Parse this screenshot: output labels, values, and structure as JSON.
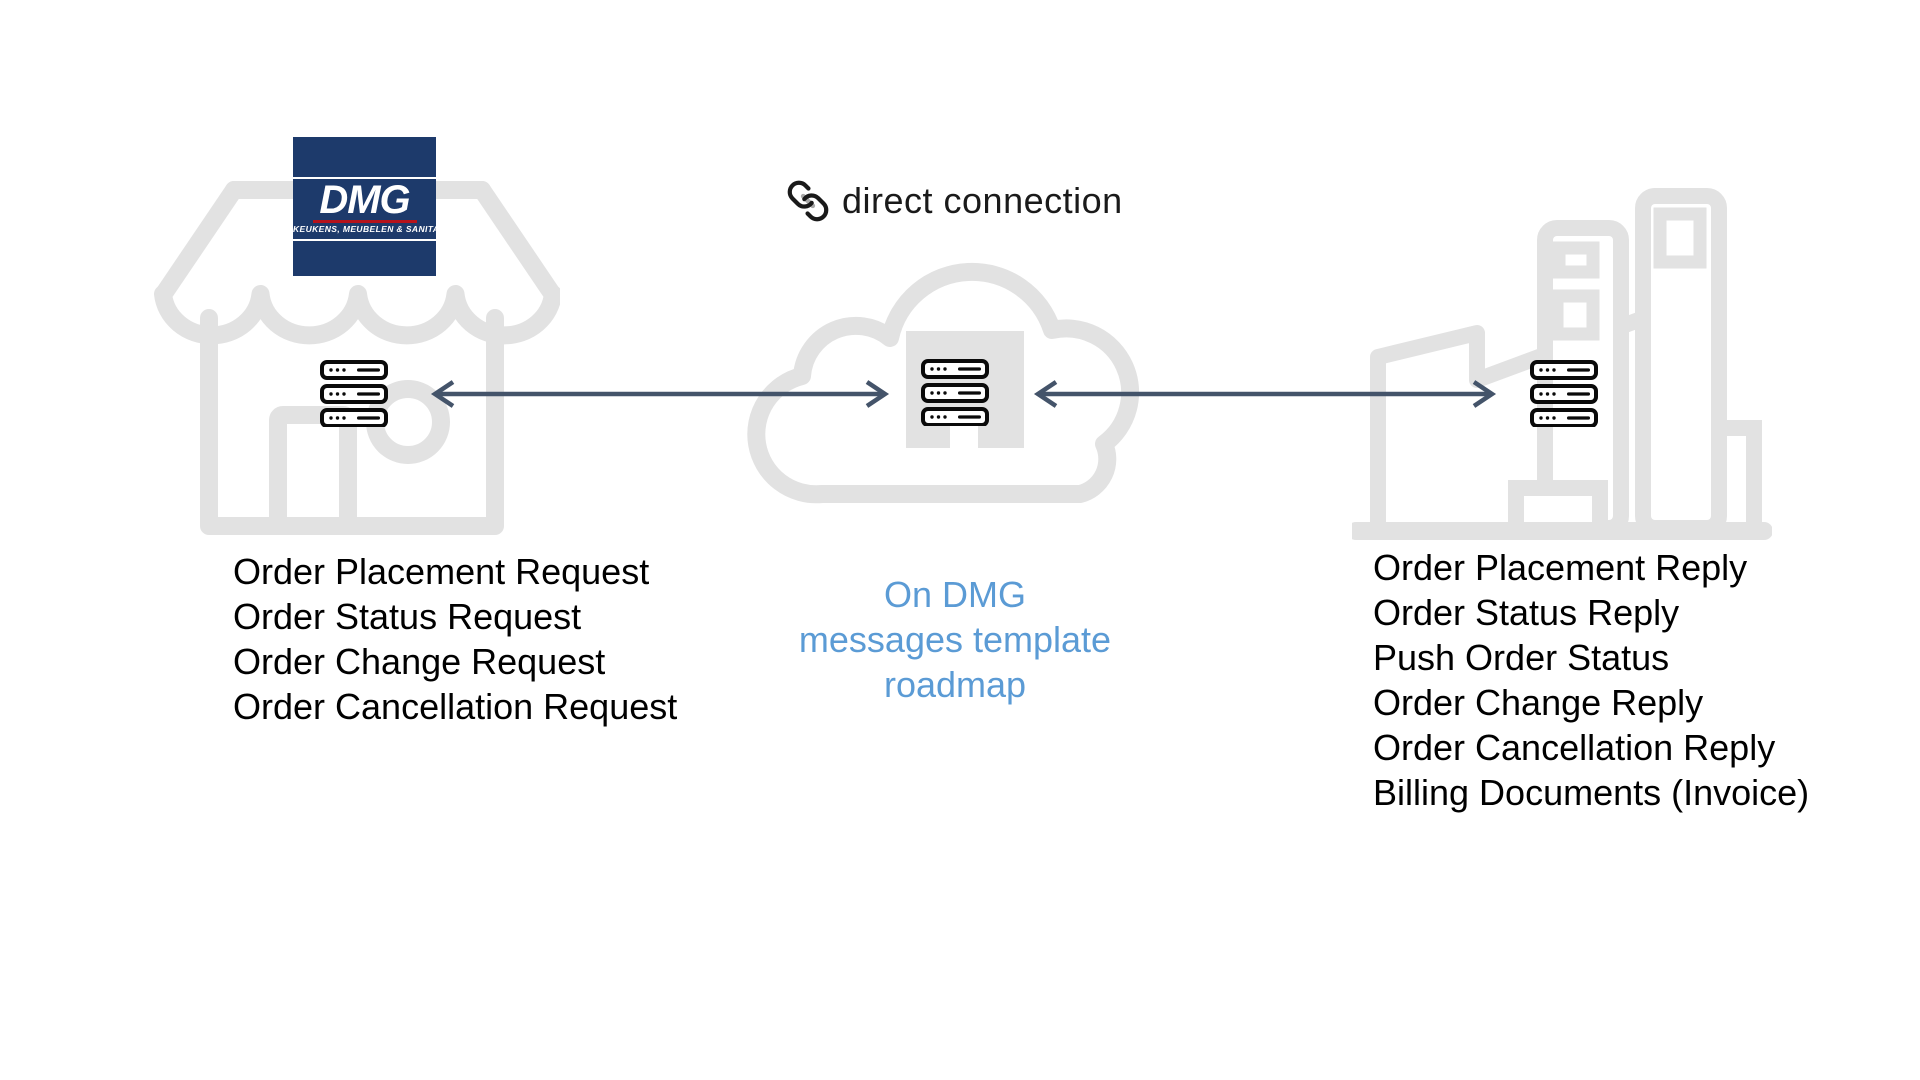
{
  "diagram": {
    "connection_label": "direct connection",
    "dmg_logo": {
      "title": "DMG",
      "subtitle": "KEUKENS, MEUBELEN & SANITAIR"
    },
    "retailer_messages": [
      "Order Placement Request",
      "Order Status Request",
      "Order Change Request",
      "Order Cancellation Request"
    ],
    "middleware_note": [
      "On DMG",
      "messages template",
      "roadmap"
    ],
    "supplier_messages": [
      "Order Placement Reply",
      "Order Status Reply",
      "Push Order Status",
      "Order Change Reply",
      "Order Cancellation Reply",
      "Billing Documents (Invoice)"
    ],
    "colors": {
      "arrow": "#44546A",
      "icon-gray": "#E2E2E2",
      "logo-navy": "#1D3A6B",
      "logo-red": "#B5121B",
      "note-blue": "#5B9BD5",
      "server-black": "#0A0A0A",
      "link-gray": "#A9A9A9",
      "text-black": "#000000"
    }
  }
}
